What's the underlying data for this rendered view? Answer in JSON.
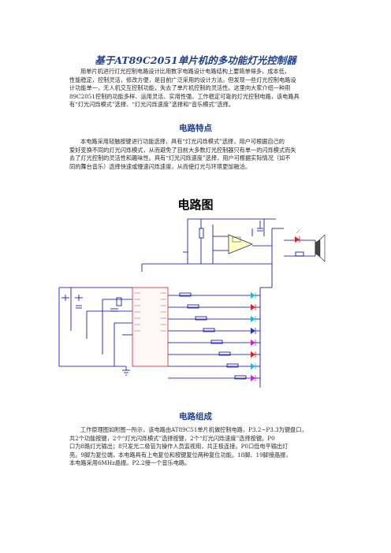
{
  "doc": {
    "title": "基于AT89C2051单片机的多功能灯光控制器",
    "intro": [
      "用单片机进行灯光控制电路设计比用数字电路设计电路结构上要简单得多，成本低，",
      "性能稳定，控制灵活，修改方便，是目前广泛采用的设计方法。但发现一些灯光控制电路设",
      "计功能单一，无人机交互控制功能，失去了单片机控制的灵活性。这里向大家介绍一种用",
      "89C2051控制的功能多样、运用灵活、实用性强，工作稳定可靠的灯光控制电路，该电路具",
      "有“灯光闪烁模式”选择、“灯光闪烁速度”选择和“音乐模式”选择。"
    ],
    "features_heading": "电路特点",
    "features": [
      "本电路采用轻触按键进行功能选择，具有“灯光闪烁模式”选择，用户可根据自己的",
      "爱好变换不同的灯光闪烁模式，从而避免了目前大多数灯光控制器只有单一的闪烁模式而失",
      "去了灯光控制的灵活性和趣味性。具有“灯光闪烁速度”选择，用户可根据实际情况（如不",
      "同的舞台音乐）选择快速或慢速闪烁速度，从而使灯光与环境更加融洽。"
    ],
    "diagram_heading": "电路图",
    "composition_heading": "电路组成",
    "composition": [
      "工作原理图如附图一所示，该电路由AT89C51单片机做控制电路，P3.2~P3.3为键盘口，",
      "共2个功能按键，2个“灯光闪烁模式”选择按键，2个“灯光闪烁速度”选择按键。P0",
      "口为8路灯光输出；8只发光二极管为操作人员监视用，共正极连接。P0口低电平输出灯",
      "亮。9脚为复位端，本电路具有上电复位和按键复位两种复位功能。18脚、19脚接晶振，",
      "本电路采用6MHz晶振。P2.2接一个音乐电路。"
    ],
    "colors": {
      "heading": "#1f3f8f",
      "wire": "#0000aa",
      "led_red": "#dd2222",
      "led_cyan": "#22bbcc",
      "led_magenta": "#cc22cc",
      "led_blue": "#2233cc",
      "chip_fill": "#fff7f7",
      "opamp_fill": "#ffffc8"
    }
  }
}
